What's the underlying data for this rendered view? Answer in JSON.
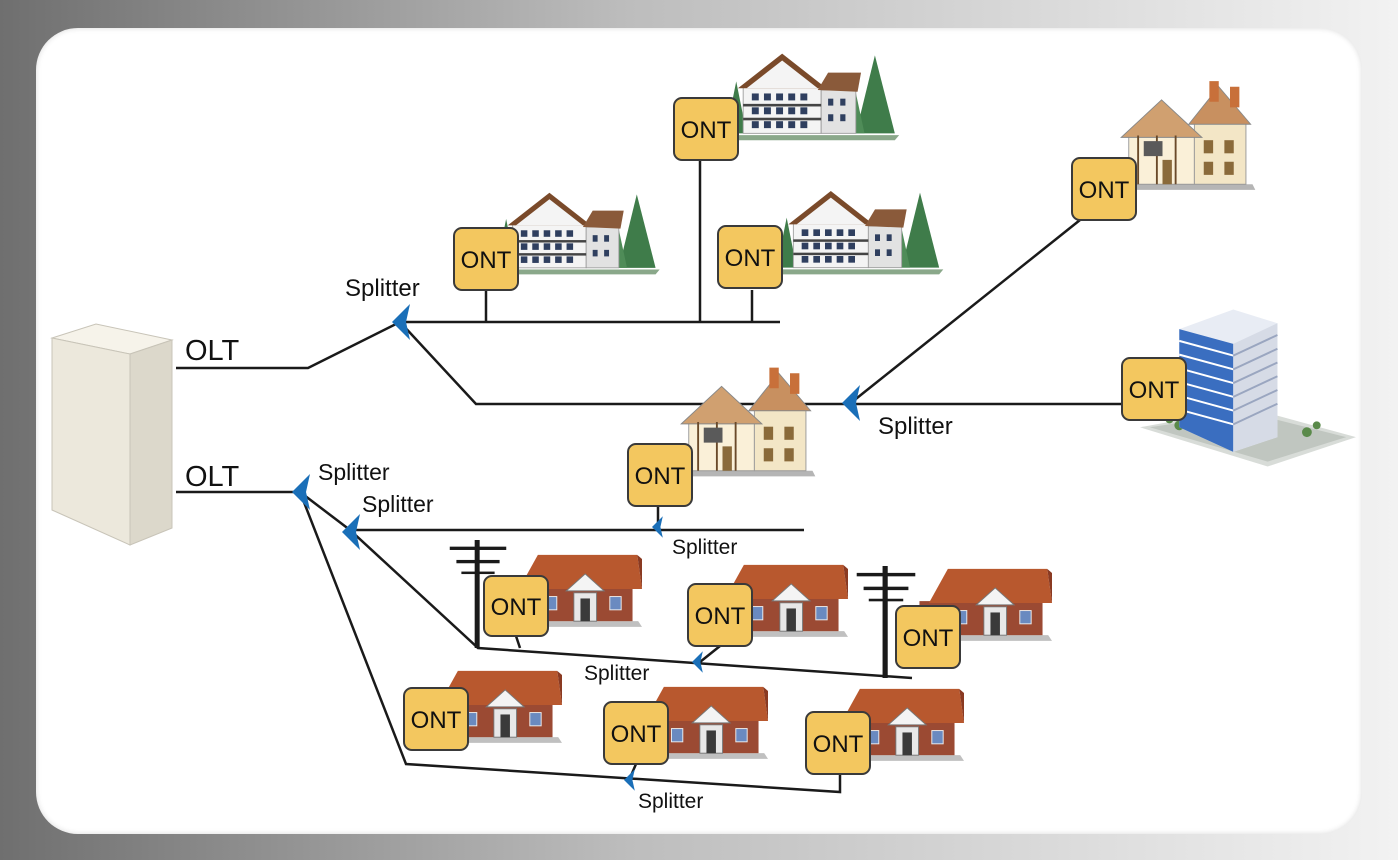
{
  "labels": {
    "olt": "OLT",
    "ont": "ONT",
    "splitter": "Splitter"
  },
  "colors": {
    "ont_fill": "#f3c75f",
    "ont_stroke": "#3a3a3a",
    "splitter": "#1a6fb8",
    "line": "#1a1a1a",
    "roof_brick": "#b8582e",
    "wall_brick": "#9b4a33",
    "tree": "#3f7c4a"
  },
  "olts": [
    {
      "id": "olt-1",
      "label": "OLT"
    },
    {
      "id": "olt-2",
      "label": "OLT"
    }
  ],
  "splitters": [
    {
      "id": "splitter-1",
      "label": "Splitter"
    },
    {
      "id": "splitter-2",
      "label": "Splitter"
    },
    {
      "id": "splitter-3",
      "label": "Splitter"
    },
    {
      "id": "splitter-4",
      "label": "Splitter"
    },
    {
      "id": "splitter-5",
      "label": "Splitter"
    },
    {
      "id": "splitter-6",
      "label": "Splitter"
    },
    {
      "id": "splitter-7",
      "label": "Splitter"
    }
  ],
  "onts": [
    {
      "id": "ont-chalet-1",
      "label": "ONT",
      "building": "chalet-icon"
    },
    {
      "id": "ont-chalet-2",
      "label": "ONT",
      "building": "chalet-icon"
    },
    {
      "id": "ont-chalet-3",
      "label": "ONT",
      "building": "chalet-icon"
    },
    {
      "id": "ont-cottage-1",
      "label": "ONT",
      "building": "cottage-icon"
    },
    {
      "id": "ont-office",
      "label": "ONT",
      "building": "office-tower-icon"
    },
    {
      "id": "ont-cottage-2",
      "label": "ONT",
      "building": "cottage-icon"
    },
    {
      "id": "ont-house-1",
      "label": "ONT",
      "building": "brick-house-icon"
    },
    {
      "id": "ont-house-2",
      "label": "ONT",
      "building": "brick-house-icon"
    },
    {
      "id": "ont-house-3",
      "label": "ONT",
      "building": "brick-house-icon"
    },
    {
      "id": "ont-house-4",
      "label": "ONT",
      "building": "brick-house-icon"
    },
    {
      "id": "ont-house-5",
      "label": "ONT",
      "building": "brick-house-icon"
    },
    {
      "id": "ont-house-6",
      "label": "ONT",
      "building": "brick-house-icon"
    }
  ]
}
